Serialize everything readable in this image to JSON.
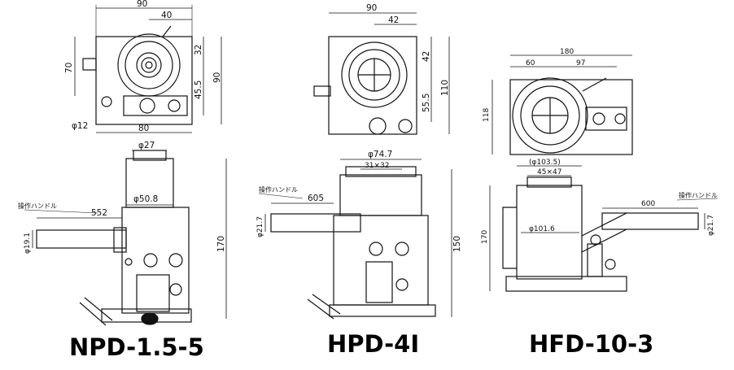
{
  "drawings": [
    {
      "model": "NPD-1.5-5",
      "top_view": {
        "width": "90",
        "offset": "40",
        "d1": "70",
        "d2": "32",
        "d3": "45.5",
        "d4": "90",
        "hole": "φ12",
        "base": "80"
      },
      "side_view": {
        "ram": "φ27",
        "cylinder": "φ50.8",
        "handle_label": "操作ハンドル",
        "handle_len": "552",
        "handle_dia": "φ19.1",
        "height": "170"
      }
    },
    {
      "model": "HPD-4I",
      "top_view": {
        "width": "90",
        "offset": "42",
        "d1": "42",
        "d2": "55.5",
        "d3": "110"
      },
      "side_view": {
        "cylinder": "φ74.7",
        "size": "31×32",
        "handle_label": "操作ハンドル",
        "handle_len": "605",
        "handle_dia": "φ21.7",
        "height": "150"
      }
    },
    {
      "model": "HFD-10-3",
      "top_view": {
        "width": "180",
        "left": "60",
        "right": "97",
        "depth": "118"
      },
      "side_view": {
        "outer": "(φ103.5)",
        "size": "45×47",
        "cylinder": "φ101.6",
        "handle_label": "操作ハンドル",
        "handle_len": "600",
        "handle_dia": "φ21.7",
        "height": "170"
      }
    }
  ]
}
